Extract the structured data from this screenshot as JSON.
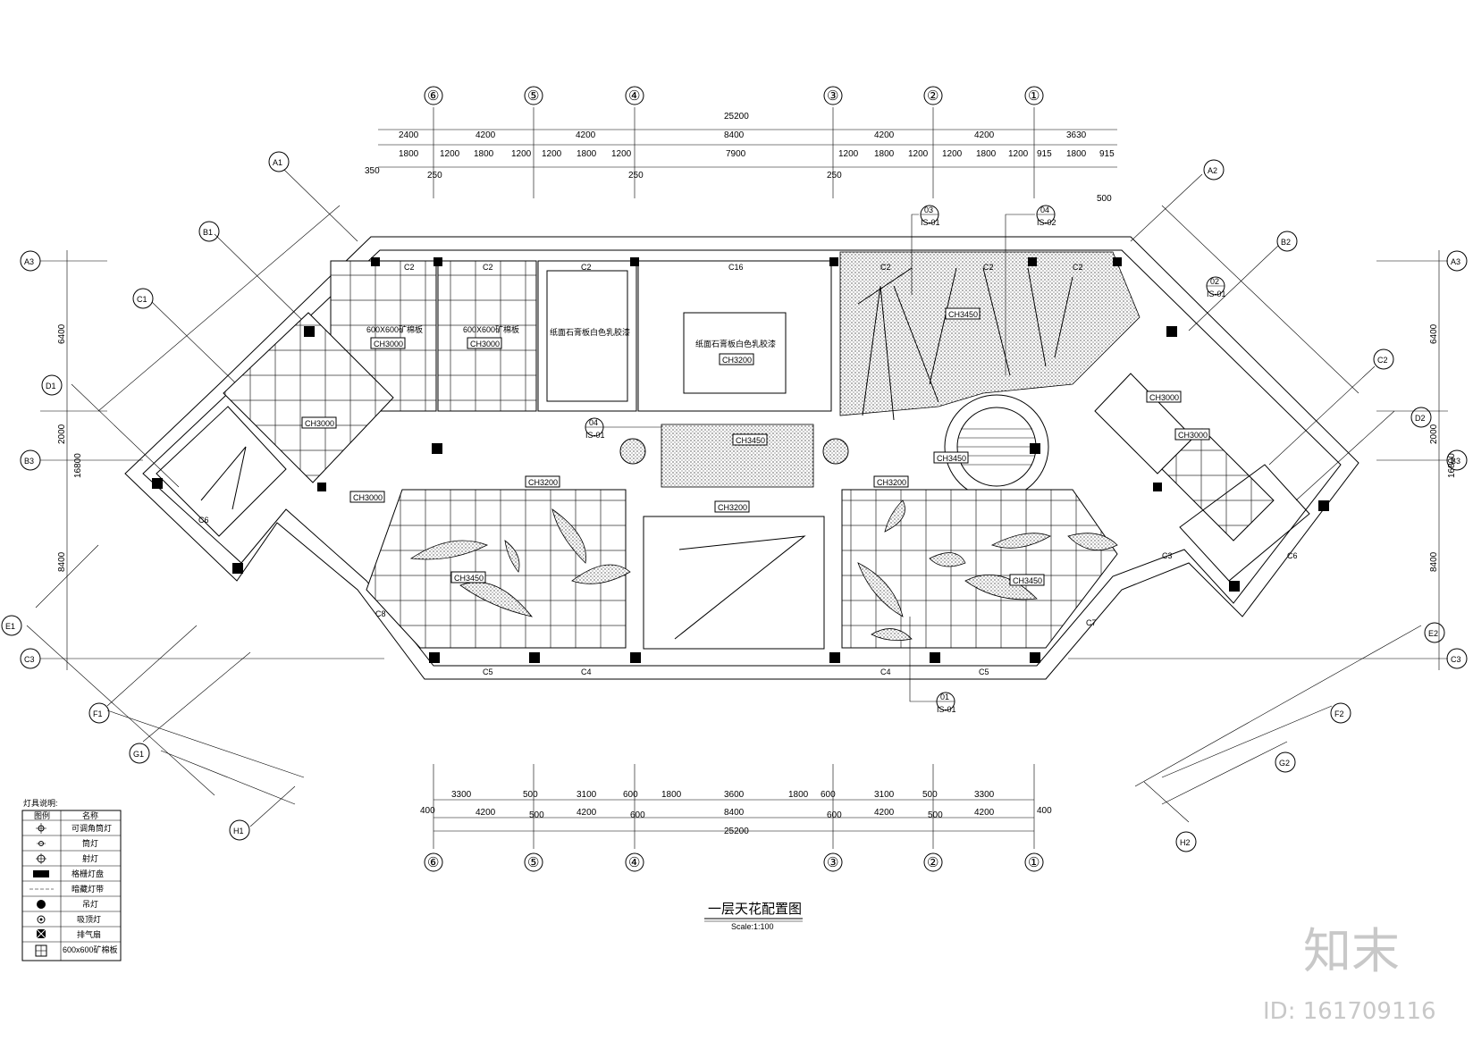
{
  "title": "一层天花配置图",
  "scale": "Scale:1:100",
  "watermark": {
    "brand": "知末",
    "id": "ID: 161709116"
  },
  "axes": {
    "top": [
      "⑥",
      "⑤",
      "④",
      "③",
      "②",
      "①"
    ],
    "bottom": [
      "⑥",
      "⑤",
      "④",
      "③",
      "②",
      "①"
    ],
    "left_edge": [
      "A3",
      "B3",
      "C3"
    ],
    "right_edge": [
      "A3",
      "B3",
      "C3"
    ],
    "left_diag": [
      "A1",
      "B1",
      "C1",
      "D1",
      "E1",
      "F1",
      "G1",
      "H1"
    ],
    "right_diag": [
      "A2",
      "B2",
      "C2",
      "D2",
      "E2",
      "F2",
      "G2",
      "H2"
    ]
  },
  "dims": {
    "top_total": "25200",
    "top_row1": [
      "2400",
      "4200",
      "4200",
      "8400",
      "4200",
      "4200",
      "3630"
    ],
    "top_row2": [
      "1800",
      "1200",
      "1800",
      "1200",
      "1200",
      "1800",
      "1200",
      "7900",
      "1200",
      "1800",
      "1200",
      "1200",
      "1800",
      "1200",
      "915",
      "1800",
      "915"
    ],
    "top_row3": [
      "350",
      "250",
      "250",
      "250",
      "500"
    ],
    "bottom_row1": [
      "3300",
      "500",
      "3100",
      "600",
      "1800",
      "3600",
      "1800",
      "600",
      "3100",
      "500",
      "3300"
    ],
    "bottom_row2": [
      "400",
      "4200",
      "500",
      "4200",
      "600",
      "8400",
      "600",
      "4200",
      "500",
      "4200",
      "400"
    ],
    "bottom_total": "25200",
    "left_side": [
      "6400",
      "2000",
      "16800",
      "8400"
    ],
    "right_side": [
      "6400",
      "2000",
      "16800",
      "8400"
    ]
  },
  "ceiling_tags": [
    "CH3000",
    "CH3000",
    "CH3000",
    "CH3000",
    "CH3200",
    "CH3450",
    "CH3200",
    "CH3200",
    "CH3200",
    "CH3450",
    "CH3450",
    "CH3450",
    "CH3450",
    "CH3000",
    "CH3000"
  ],
  "area_notes": {
    "grid_a": "600X600矿棉板",
    "grid_b": "600X600矿棉板",
    "gypsum": "纸面石膏板白色乳胶漆",
    "cove": "纸面石膏板白色乳胶漆"
  },
  "column_marks": [
    "C2",
    "C2",
    "C2",
    "C16",
    "C2",
    "C2",
    "C2",
    "C6",
    "C6",
    "C8",
    "C5",
    "C4",
    "C4",
    "C5",
    "C7",
    "C3"
  ],
  "callouts": [
    {
      "num": "03",
      "ref": "IS-01"
    },
    {
      "num": "04",
      "ref": "IS-02"
    },
    {
      "num": "02",
      "ref": "IS-01"
    },
    {
      "num": "04",
      "ref": "IS-01"
    },
    {
      "num": "01",
      "ref": "IS-01"
    }
  ],
  "legend": {
    "title": "灯具说明:",
    "header": [
      "图例",
      "名称"
    ],
    "rows": [
      {
        "icon": "downlight-adjustable-icon",
        "name": "可调角筒灯"
      },
      {
        "icon": "downlight-icon",
        "name": "筒灯"
      },
      {
        "icon": "spotlight-icon",
        "name": "射灯"
      },
      {
        "icon": "grille-light-icon",
        "name": "格栅灯盘"
      },
      {
        "icon": "concealed-tube-icon",
        "name": "暗藏灯带"
      },
      {
        "icon": "ceiling-lamp-icon",
        "name": "吊灯"
      },
      {
        "icon": "pendant-icon",
        "name": "吸顶灯"
      },
      {
        "icon": "exhaust-fan-icon",
        "name": "排气扇"
      },
      {
        "icon": "ceiling-panel-icon",
        "name": "600x600矿棉板"
      }
    ]
  }
}
